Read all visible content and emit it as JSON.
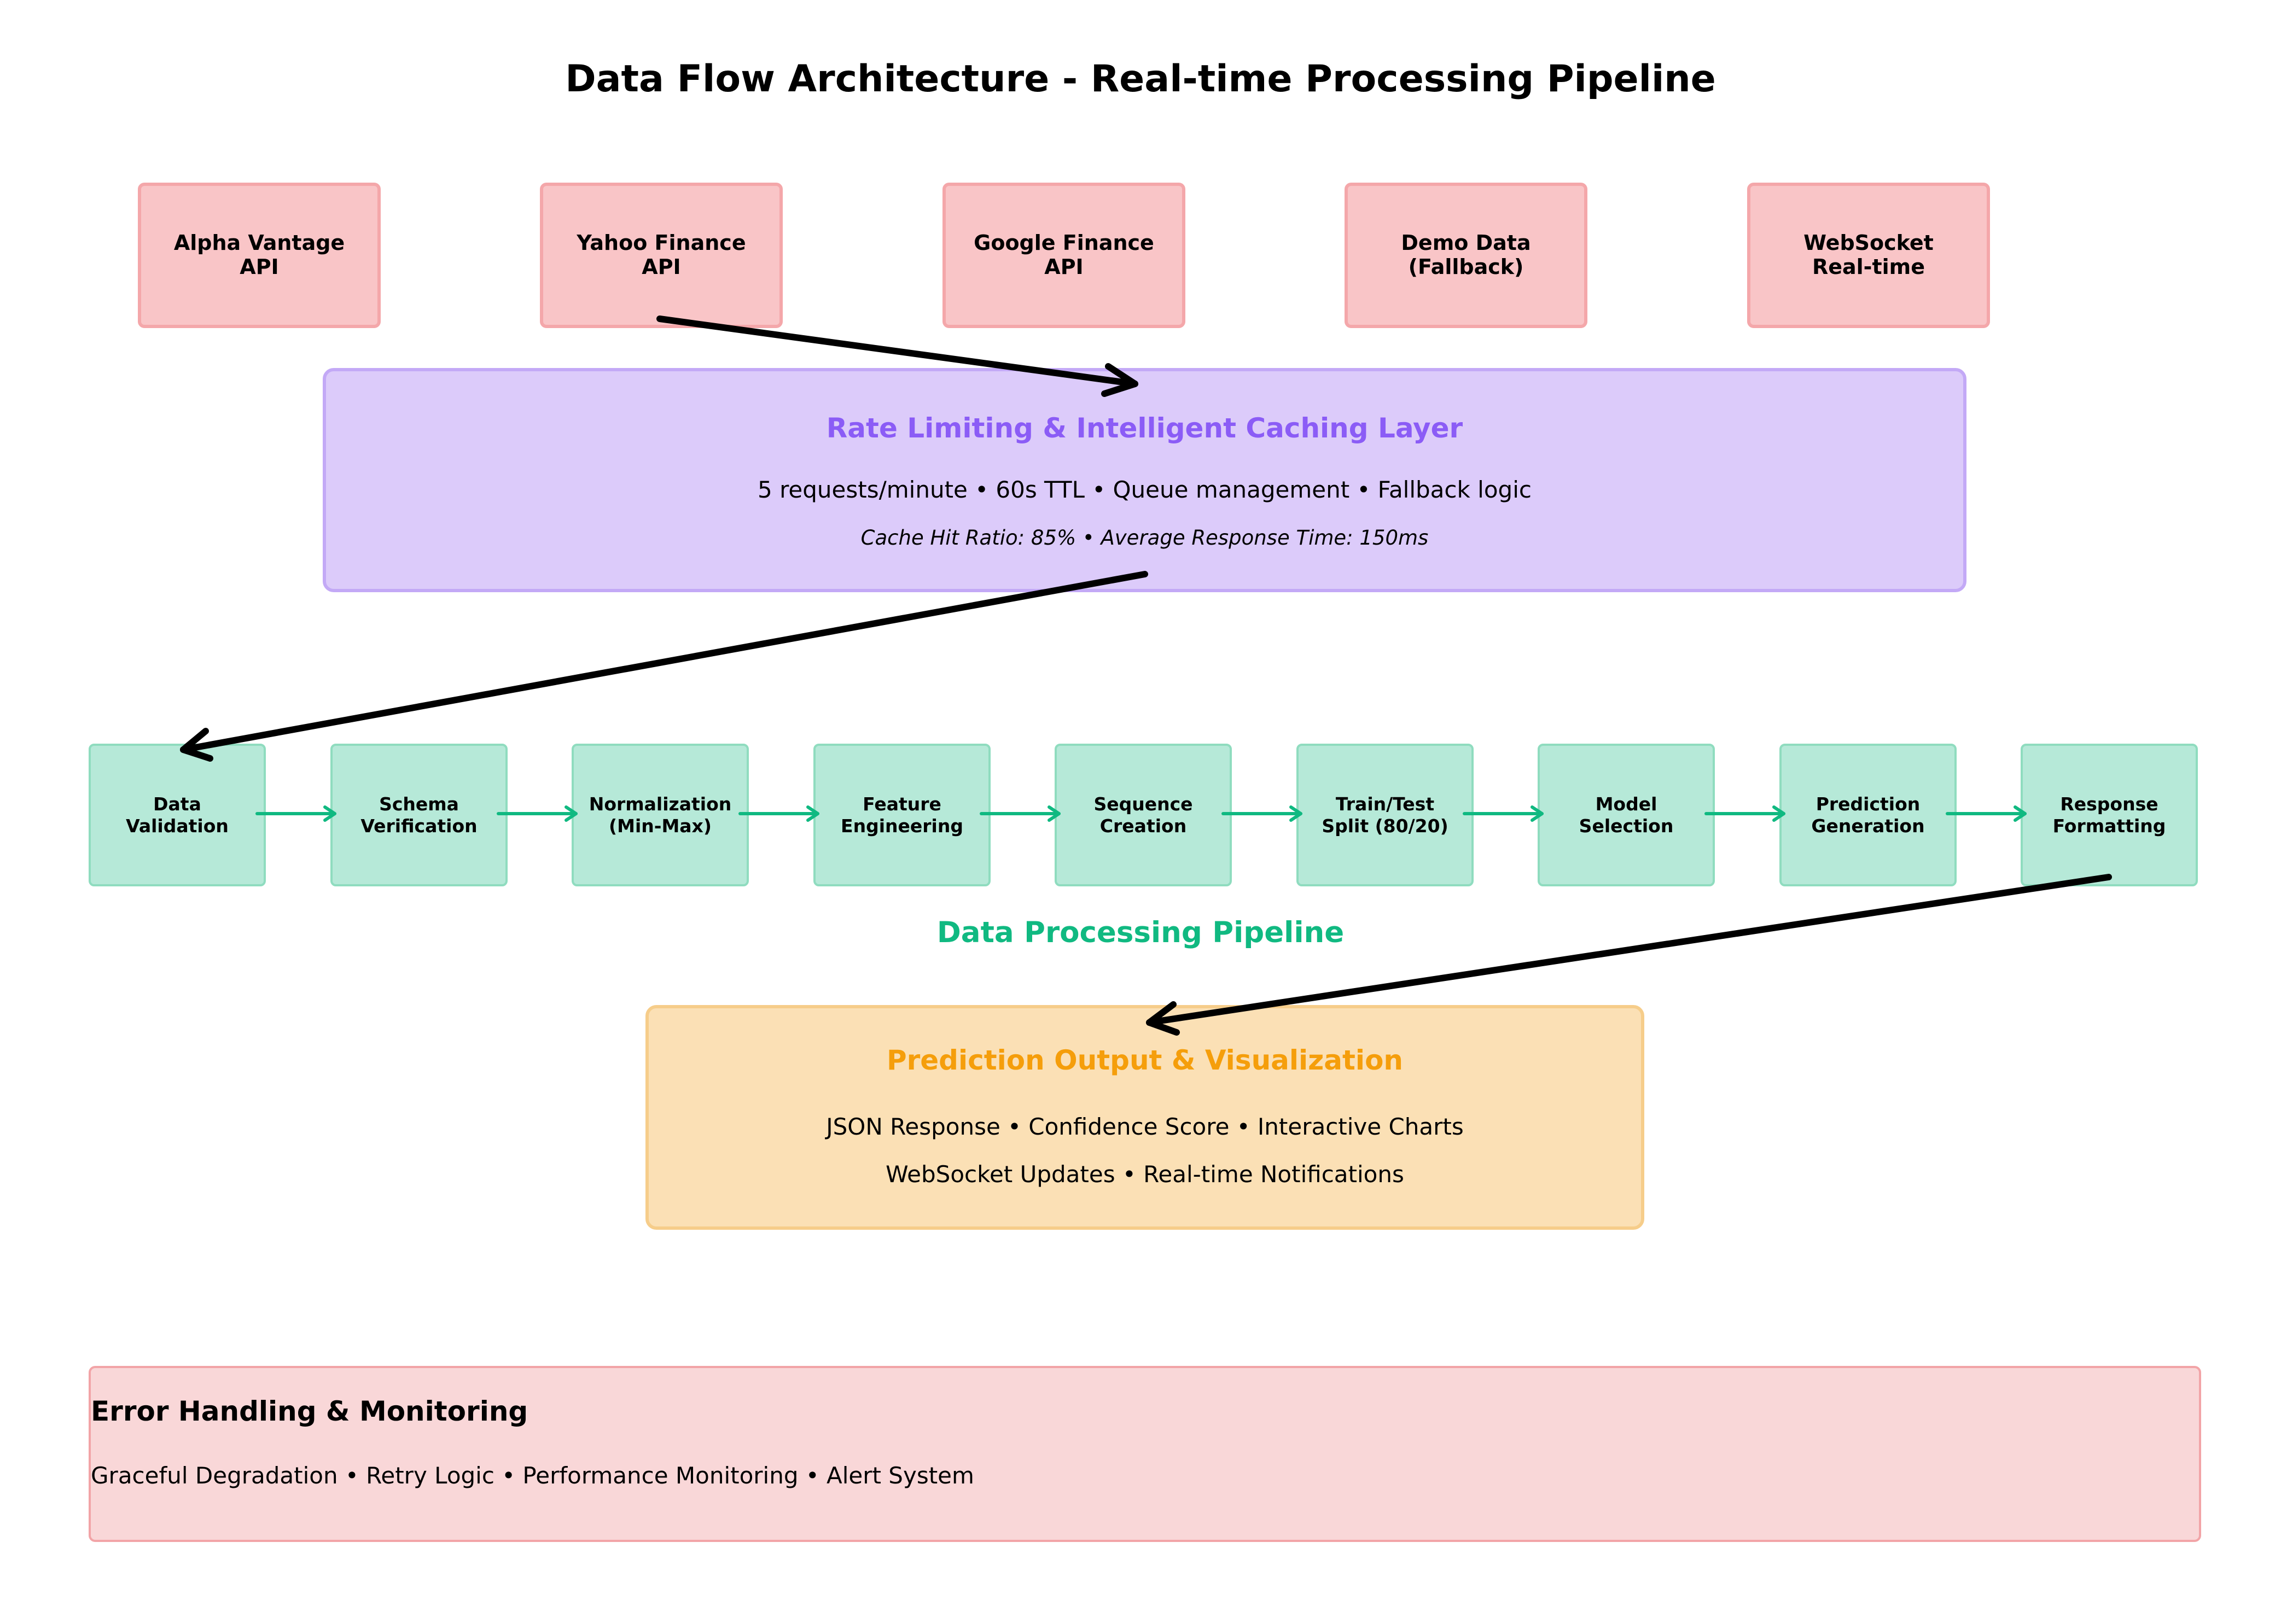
{
  "title": "Data Flow Architecture - Real-time Processing Pipeline",
  "sources": [
    {
      "label": "Alpha Vantage\nAPI"
    },
    {
      "label": "Yahoo Finance\nAPI"
    },
    {
      "label": "Google Finance\nAPI"
    },
    {
      "label": "Demo Data\n(Fallback)"
    },
    {
      "label": "WebSocket\nReal-time"
    }
  ],
  "cache_layer": {
    "title": "Rate Limiting & Intelligent Caching Layer",
    "details": "5 requests/minute • 60s TTL • Queue management • Fallback logic",
    "metrics": "Cache Hit Ratio: 85% • Average Response Time: 150ms"
  },
  "pipeline": {
    "label": "Data Processing Pipeline",
    "steps": [
      {
        "label": "Data\nValidation"
      },
      {
        "label": "Schema\nVerification"
      },
      {
        "label": "Normalization\n(Min-Max)"
      },
      {
        "label": "Feature\nEngineering"
      },
      {
        "label": "Sequence\nCreation"
      },
      {
        "label": "Train/Test\nSplit (80/20)"
      },
      {
        "label": "Model\nSelection"
      },
      {
        "label": "Prediction\nGeneration"
      },
      {
        "label": "Response\nFormatting"
      }
    ]
  },
  "output": {
    "title": "Prediction Output & Visualization",
    "line1": "JSON Response • Confidence Score • Interactive Charts",
    "line2": "WebSocket Updates • Real-time Notifications"
  },
  "error_handling": {
    "title": "Error Handling & Monitoring",
    "details": "Graceful Degradation • Retry Logic • Performance Monitoring • Alert System"
  },
  "colors": {
    "source_fill": "#f9c5c7",
    "cache_fill": "#dccbfa",
    "cache_title": "#8b5cf6",
    "pipeline_fill": "#b6e9d8",
    "pipeline_accent": "#10b981",
    "output_fill": "#fbe0b5",
    "output_title": "#f59e0b",
    "error_fill": "#f9d7d8"
  }
}
